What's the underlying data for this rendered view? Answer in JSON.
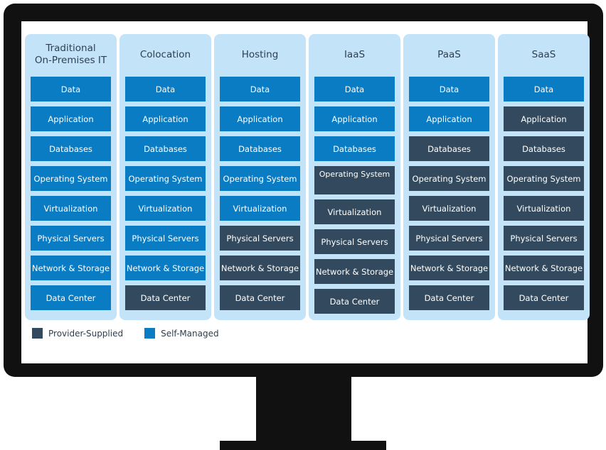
{
  "colors": {
    "self_managed": "#0a7cc4",
    "provider_supplied": "#334a5e",
    "column_bg": "#c3e3f8",
    "monitor": "#111111"
  },
  "columns": [
    {
      "title": "Traditional\nOn-Premises IT",
      "cells": [
        {
          "label": "Data",
          "type": "self"
        },
        {
          "label": "Application",
          "type": "self"
        },
        {
          "label": "Databases",
          "type": "self"
        },
        {
          "label": "Operating System",
          "type": "self"
        },
        {
          "label": "Virtualization",
          "type": "self"
        },
        {
          "label": "Physical Servers",
          "type": "self"
        },
        {
          "label": "Network & Storage",
          "type": "self"
        },
        {
          "label": "Data Center",
          "type": "self"
        }
      ]
    },
    {
      "title": "Colocation",
      "cells": [
        {
          "label": "Data",
          "type": "self"
        },
        {
          "label": "Application",
          "type": "self"
        },
        {
          "label": "Databases",
          "type": "self"
        },
        {
          "label": "Operating System",
          "type": "self"
        },
        {
          "label": "Virtualization",
          "type": "self"
        },
        {
          "label": "Physical Servers",
          "type": "self"
        },
        {
          "label": "Network & Storage",
          "type": "self"
        },
        {
          "label": "Data Center",
          "type": "prov"
        }
      ]
    },
    {
      "title": "Hosting",
      "cells": [
        {
          "label": "Data",
          "type": "self"
        },
        {
          "label": "Application",
          "type": "self"
        },
        {
          "label": "Databases",
          "type": "self"
        },
        {
          "label": "Operating System",
          "type": "self"
        },
        {
          "label": "Virtualization",
          "type": "self"
        },
        {
          "label": "Physical Servers",
          "type": "prov"
        },
        {
          "label": "Network & Storage",
          "type": "prov"
        },
        {
          "label": "Data Center",
          "type": "prov"
        }
      ]
    },
    {
      "title": "IaaS",
      "cells": [
        {
          "label": "Data",
          "type": "self"
        },
        {
          "label": "Application",
          "type": "self"
        },
        {
          "label": "Databases",
          "type": "self"
        },
        {
          "label": "Operating System",
          "type": "prov",
          "tall": true
        },
        {
          "label": "Virtualization",
          "type": "prov"
        },
        {
          "label": "Physical Servers",
          "type": "prov"
        },
        {
          "label": "Network & Storage",
          "type": "prov"
        },
        {
          "label": "Data Center",
          "type": "prov"
        }
      ]
    },
    {
      "title": "PaaS",
      "cells": [
        {
          "label": "Data",
          "type": "self"
        },
        {
          "label": "Application",
          "type": "self"
        },
        {
          "label": "Databases",
          "type": "prov"
        },
        {
          "label": "Operating System",
          "type": "prov"
        },
        {
          "label": "Virtualization",
          "type": "prov"
        },
        {
          "label": "Physical Servers",
          "type": "prov"
        },
        {
          "label": "Network & Storage",
          "type": "prov"
        },
        {
          "label": "Data Center",
          "type": "prov"
        }
      ]
    },
    {
      "title": "SaaS",
      "cells": [
        {
          "label": "Data",
          "type": "self"
        },
        {
          "label": "Application",
          "type": "prov"
        },
        {
          "label": "Databases",
          "type": "prov"
        },
        {
          "label": "Operating System",
          "type": "prov"
        },
        {
          "label": "Virtualization",
          "type": "prov"
        },
        {
          "label": "Physical Servers",
          "type": "prov"
        },
        {
          "label": "Network & Storage",
          "type": "prov"
        },
        {
          "label": "Data Center",
          "type": "prov"
        }
      ]
    }
  ],
  "legend": {
    "provider_supplied": "Provider-Supplied",
    "self_managed": "Self-Managed"
  }
}
